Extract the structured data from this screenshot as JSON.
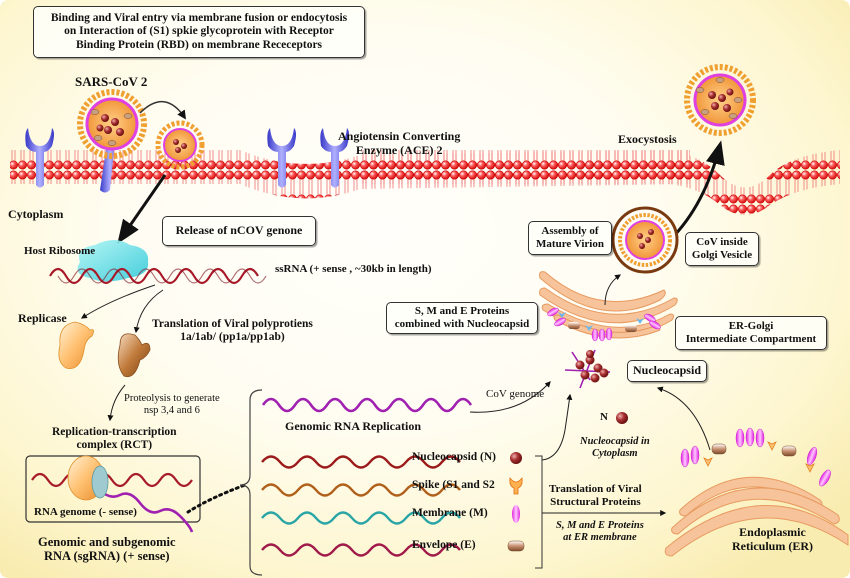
{
  "title_box": {
    "line1": "Binding and Viral entry via membrane fusion or endocytosis",
    "line2": "on Interaction of (S1) spkie glycoprotein with Receptor",
    "line3": "Binding Protein (RBD) on membrane Receceptors"
  },
  "labels": {
    "virus": "SARS-CoV 2",
    "ace_line1": "Angiotensin Converting",
    "ace_line2": "Enzyme (ACE) 2",
    "exocytosis": "Exocystosis",
    "cytoplasm": "Cytoplasm",
    "release_box": "Release of nCOV genone",
    "host_ribosome": "Host Ribosome",
    "ssrna": "ssRNA (+ sense , ~30kb in length)",
    "replicase": "Replicase",
    "translation_line1": "Translation of Viral polyprotiens",
    "translation_line2": "1a/1ab/ (pp1a/pp1ab)",
    "proteolysis_line1": "Proteolysis to generate",
    "proteolysis_line2": "nsp 3,4 and 6",
    "rct_line1": "Replication-transcription",
    "rct_line2": "complex (RCT)",
    "rna_genome": "RNA genome (- sense)",
    "sgrna_line1": "Genomic and subgenomic",
    "sgrna_line2": "RNA (sgRNA) (+ sense)",
    "genomic_replication": "Genomic RNA Replication",
    "cov_genome": "CoV genome",
    "nucleocapsid_box": "Nucleocapsid",
    "n_label": "N",
    "nuc_cyto_line1": "Nucleocapsid in",
    "nuc_cyto_line2": "Cytoplasm",
    "assembly_line1": "Assembly of",
    "assembly_line2": "Mature Virion",
    "golgi_line1": "CoV inside",
    "golgi_line2": "Golgi Vesicle",
    "smecombo_line1": "S, M and E Proteins",
    "smecombo_line2": "combined with Nucleocapsid",
    "ergic_line1": "ER-Golgi",
    "ergic_line2": "Intermediate Compartment",
    "trans_struct_line1": "Translation of Viral",
    "trans_struct_line2": "Structural Proteins",
    "sme_er_line1": "S, M and E Proteins",
    "sme_er_line2": "at ER membrane",
    "er_line1": "Endoplasmic",
    "er_line2": "Reticulum (ER)"
  },
  "structural_proteins": [
    {
      "name": "Nucleocapsid (N)",
      "rna_color": "#9b1b1b",
      "icon": "sphere-icon"
    },
    {
      "name": "Spike (S1 and S2",
      "rna_color": "#b0601a",
      "icon": "spike-icon"
    },
    {
      "name": "Membrane (M)",
      "rna_color": "#2aa5a5",
      "icon": "ellipse-icon"
    },
    {
      "name": "Envelope (E)",
      "rna_color": "#a01a4a",
      "icon": "capsule-icon"
    }
  ],
  "colors": {
    "membrane": "#e82020",
    "receptor": "#6a6ae8",
    "genomic_rna": "#a020b0",
    "ssrna": "#a81a2a",
    "er": "#f6c39a"
  }
}
